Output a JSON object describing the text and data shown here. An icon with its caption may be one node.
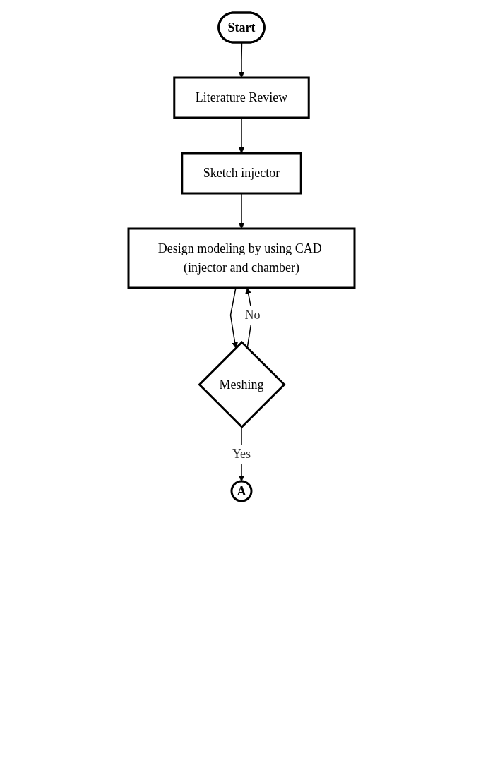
{
  "diagram": {
    "nodes": [
      {
        "text": [
          "Start"
        ]
      },
      {
        "text": [
          "Literature Review"
        ]
      },
      {
        "text": [
          "Sketch injector"
        ]
      },
      {
        "text": [
          "Design modeling by using CAD (injector and chamber)"
        ]
      },
      {
        "text": [
          "Meshing"
        ]
      },
      {
        "text": [
          "A"
        ]
      }
    ],
    "edges": [
      {
        "from": 0,
        "to": 1,
        "arrow": "to"
      },
      {
        "from": 1,
        "to": 2,
        "arrow": "to"
      },
      {
        "from": 2,
        "to": 3,
        "arrow": "to"
      },
      {
        "from": 3,
        "to": 4,
        "arrow": "to"
      },
      {
        "from": 4,
        "to": 3,
        "arrow": "to",
        "label": "No"
      },
      {
        "from": 4,
        "to": 5,
        "arrow": "to",
        "label": "Yes"
      }
    ]
  }
}
